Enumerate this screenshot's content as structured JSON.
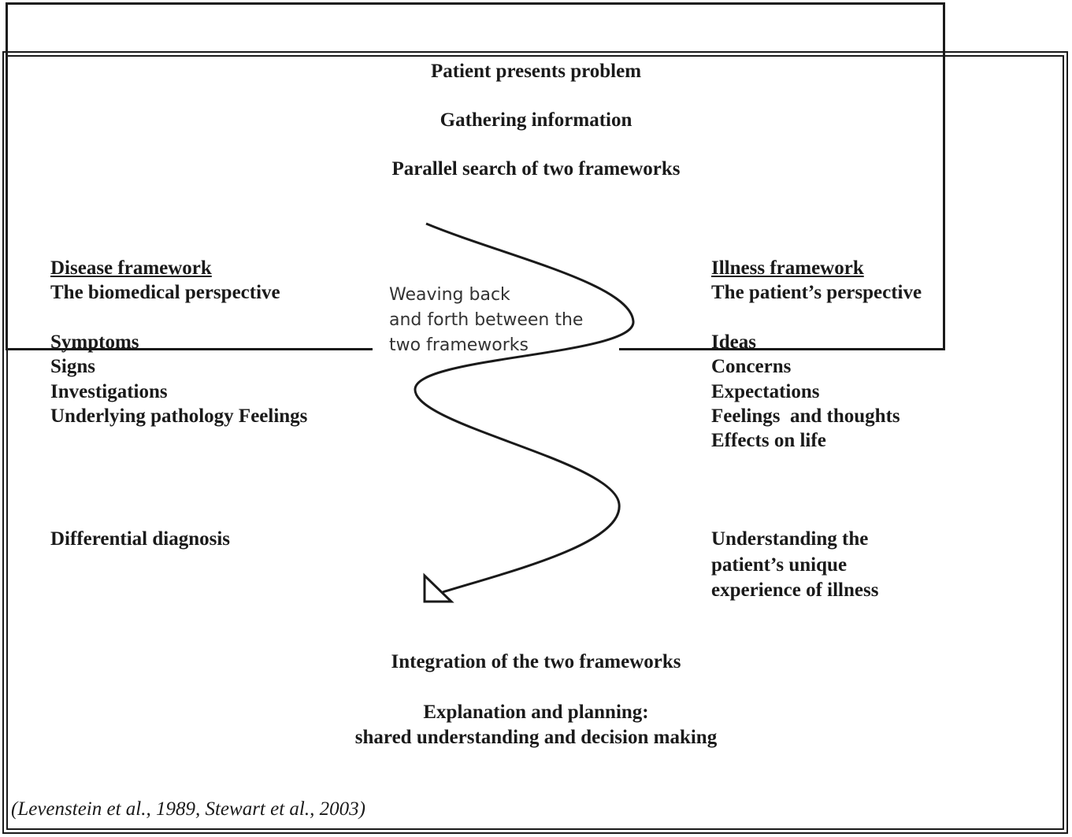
{
  "top": {
    "line1": "Patient presents problem",
    "line2": "Gathering information",
    "line3": "Parallel search of two frameworks"
  },
  "disease": {
    "title": "Disease framework",
    "subtitle": "The biomedical perspective",
    "items": [
      "Symptoms",
      "Signs",
      "Investigations",
      "Underlying pathology Feelings"
    ],
    "outcome": "Differential diagnosis"
  },
  "illness": {
    "title": "Illness framework",
    "subtitle": "The patient’s perspective",
    "items": [
      "Ideas",
      "Concerns",
      "Expectations",
      "Feelings  and thoughts",
      "Effects on life"
    ],
    "outcome": [
      "Understanding the",
      "patient’s unique",
      "experience of illness"
    ]
  },
  "weave": {
    "lines": [
      "Weaving back",
      "and forth between the",
      "two frameworks"
    ]
  },
  "bottom": {
    "line1": "Integration of the two frameworks",
    "line2": "Explanation and planning:",
    "line3": "shared understanding and decision making"
  },
  "citation": "(Levenstein et al., 1989, Stewart et al., 2003)"
}
